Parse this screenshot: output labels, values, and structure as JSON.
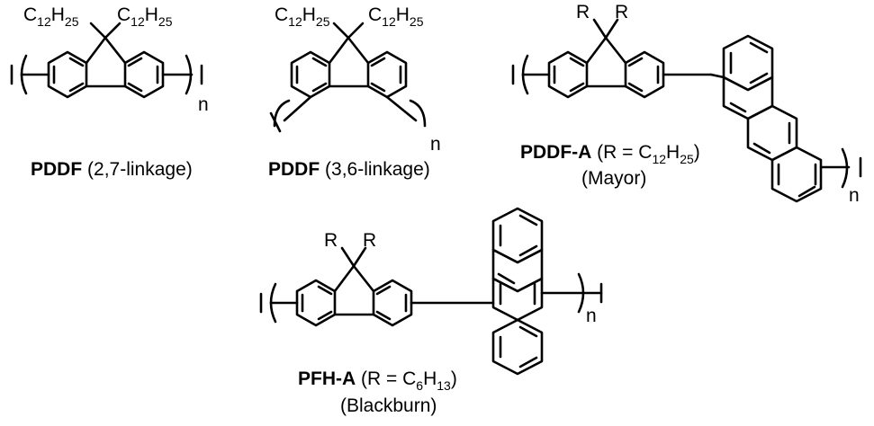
{
  "substituents": {
    "c12h25": {
      "base": "C",
      "sub": "12",
      "h": "H",
      "hsub": "25"
    },
    "r": "R",
    "n": "n"
  },
  "compounds": [
    {
      "name": "PDDF",
      "note": "(2,7-linkage)"
    },
    {
      "name": "PDDF",
      "note": "(3,6-linkage)"
    },
    {
      "name": "PDDF-A",
      "note_prefix": "(R = C",
      "note_sub1": "12",
      "note_mid": "H",
      "note_sub2": "25",
      "note_suffix": ")",
      "source": "(Mayor)"
    },
    {
      "name": "PFH-A",
      "note_prefix": "(R = C",
      "note_sub1": "6",
      "note_mid": "H",
      "note_sub2": "13",
      "note_suffix": ")",
      "source": "(Blackburn)"
    }
  ]
}
